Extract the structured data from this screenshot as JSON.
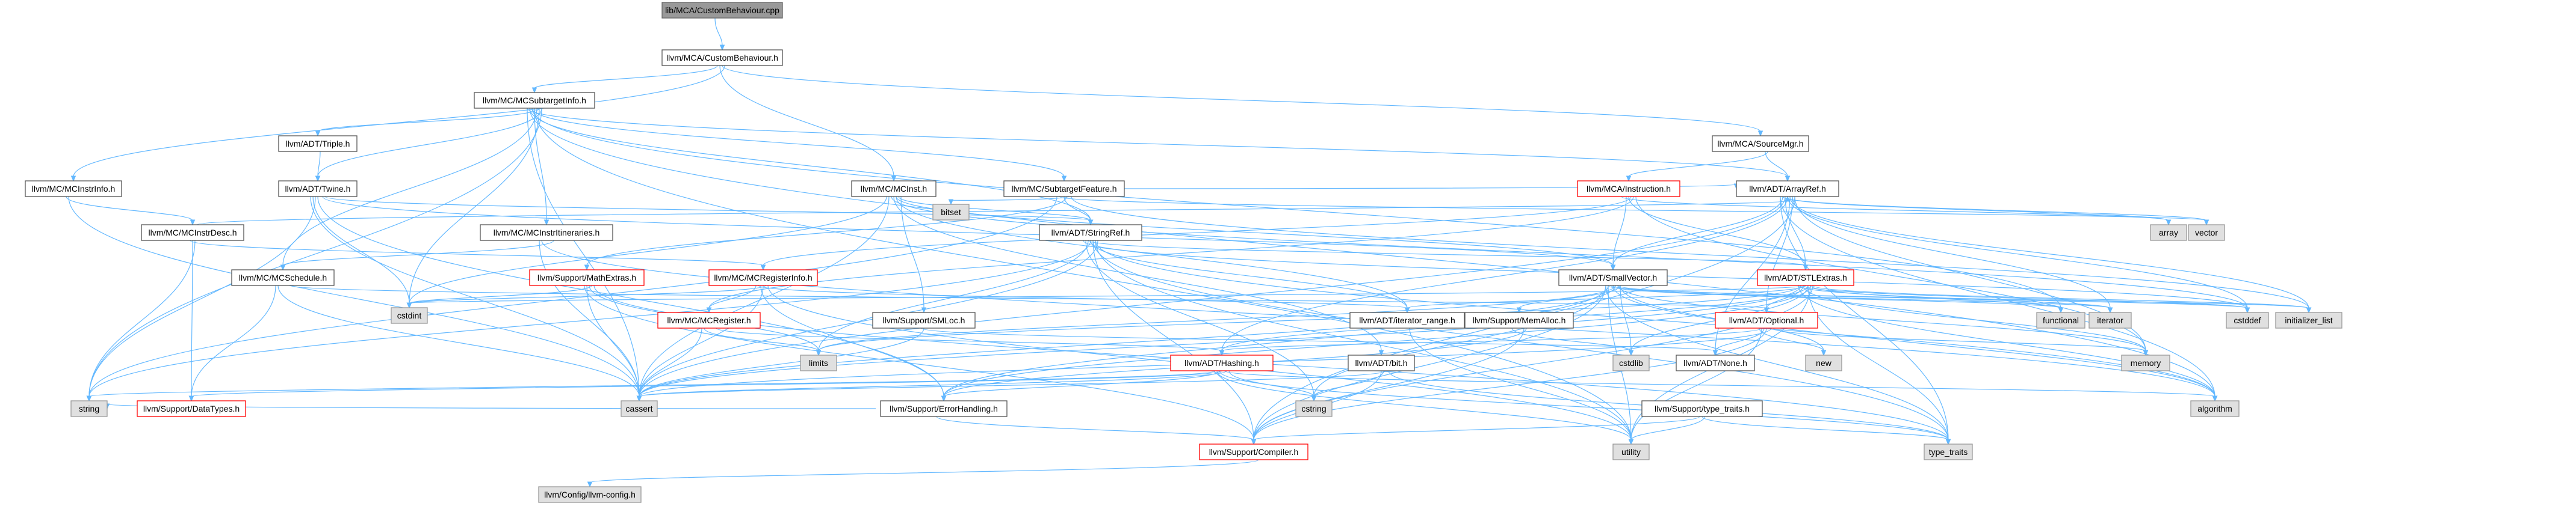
{
  "nodes": [
    {
      "id": "root",
      "label": "lib/MCA/CustomBehaviour.cpp",
      "kind": "root"
    },
    {
      "id": "cb_h",
      "label": "llvm/MCA/CustomBehaviour.h",
      "kind": "normal"
    },
    {
      "id": "subtarget",
      "label": "llvm/MC/MCSubtargetInfo.h",
      "kind": "normal"
    },
    {
      "id": "mcinst",
      "label": "llvm/MC/MCInst.h",
      "kind": "normal"
    },
    {
      "id": "sourcemgr",
      "label": "llvm/MCA/SourceMgr.h",
      "kind": "normal"
    },
    {
      "id": "instrinfo",
      "label": "llvm/MC/MCInstrInfo.h",
      "kind": "normal"
    },
    {
      "id": "triple",
      "label": "llvm/ADT/Triple.h",
      "kind": "normal"
    },
    {
      "id": "twine",
      "label": "llvm/ADT/Twine.h",
      "kind": "normal"
    },
    {
      "id": "instrdesc",
      "label": "llvm/MC/MCInstrDesc.h",
      "kind": "normal"
    },
    {
      "id": "instritin",
      "label": "llvm/MC/MCInstrItineraries.h",
      "kind": "normal"
    },
    {
      "id": "subfeature",
      "label": "llvm/MC/SubtargetFeature.h",
      "kind": "normal"
    },
    {
      "id": "instruction",
      "label": "llvm/MCA/Instruction.h",
      "kind": "red"
    },
    {
      "id": "arrayref",
      "label": "llvm/ADT/ArrayRef.h",
      "kind": "normal"
    },
    {
      "id": "bitset",
      "label": "bitset",
      "kind": "gray"
    },
    {
      "id": "stringref",
      "label": "llvm/ADT/StringRef.h",
      "kind": "normal"
    },
    {
      "id": "schedule",
      "label": "llvm/MC/MCSchedule.h",
      "kind": "normal"
    },
    {
      "id": "mathextras",
      "label": "llvm/Support/MathExtras.h",
      "kind": "red"
    },
    {
      "id": "reginfo",
      "label": "llvm/MC/MCRegisterInfo.h",
      "kind": "red"
    },
    {
      "id": "smallvector",
      "label": "llvm/ADT/SmallVector.h",
      "kind": "normal"
    },
    {
      "id": "stlextras",
      "label": "llvm/ADT/STLExtras.h",
      "kind": "red"
    },
    {
      "id": "array",
      "label": "array",
      "kind": "gray"
    },
    {
      "id": "vector",
      "label": "vector",
      "kind": "gray"
    },
    {
      "id": "cstdint",
      "label": "cstdint",
      "kind": "gray"
    },
    {
      "id": "mcregister",
      "label": "llvm/MC/MCRegister.h",
      "kind": "red"
    },
    {
      "id": "smloc",
      "label": "llvm/Support/SMLoc.h",
      "kind": "normal"
    },
    {
      "id": "iterrange",
      "label": "llvm/ADT/iterator_range.h",
      "kind": "normal"
    },
    {
      "id": "memalloc",
      "label": "llvm/Support/MemAlloc.h",
      "kind": "normal"
    },
    {
      "id": "optional",
      "label": "llvm/ADT/Optional.h",
      "kind": "red"
    },
    {
      "id": "functional",
      "label": "functional",
      "kind": "gray"
    },
    {
      "id": "iterator",
      "label": "iterator",
      "kind": "gray"
    },
    {
      "id": "cstddef",
      "label": "cstddef",
      "kind": "gray"
    },
    {
      "id": "initlist",
      "label": "initializer_list",
      "kind": "gray"
    },
    {
      "id": "limits",
      "label": "limits",
      "kind": "gray"
    },
    {
      "id": "hashing",
      "label": "llvm/ADT/Hashing.h",
      "kind": "red"
    },
    {
      "id": "bit",
      "label": "llvm/ADT/bit.h",
      "kind": "normal"
    },
    {
      "id": "none",
      "label": "llvm/ADT/None.h",
      "kind": "normal"
    },
    {
      "id": "cstdlib",
      "label": "cstdlib",
      "kind": "gray"
    },
    {
      "id": "new",
      "label": "new",
      "kind": "gray"
    },
    {
      "id": "memory",
      "label": "memory",
      "kind": "gray"
    },
    {
      "id": "datatypes",
      "label": "llvm/Support/DataTypes.h",
      "kind": "red"
    },
    {
      "id": "cassert",
      "label": "cassert",
      "kind": "gray"
    },
    {
      "id": "errhandling",
      "label": "llvm/Support/ErrorHandling.h",
      "kind": "normal"
    },
    {
      "id": "cstring",
      "label": "cstring",
      "kind": "gray"
    },
    {
      "id": "typetraits_h",
      "label": "llvm/Support/type_traits.h",
      "kind": "normal"
    },
    {
      "id": "algorithm",
      "label": "algorithm",
      "kind": "gray"
    },
    {
      "id": "string",
      "label": "string",
      "kind": "gray"
    },
    {
      "id": "utility",
      "label": "utility",
      "kind": "gray"
    },
    {
      "id": "type_traits",
      "label": "type_traits",
      "kind": "gray"
    },
    {
      "id": "compiler",
      "label": "llvm/Support/Compiler.h",
      "kind": "red"
    },
    {
      "id": "llvmconfig",
      "label": "llvm/Config/llvm-config.h",
      "kind": "gray"
    }
  ],
  "edges": [
    [
      "root",
      "cb_h"
    ],
    [
      "cb_h",
      "subtarget"
    ],
    [
      "cb_h",
      "mcinst"
    ],
    [
      "cb_h",
      "sourcemgr"
    ],
    [
      "cb_h",
      "instrinfo"
    ],
    [
      "subtarget",
      "triple"
    ],
    [
      "subtarget",
      "twine"
    ],
    [
      "subtarget",
      "arrayref"
    ],
    [
      "subtarget",
      "stringref"
    ],
    [
      "subtarget",
      "subfeature"
    ],
    [
      "subtarget",
      "instritin"
    ],
    [
      "subtarget",
      "schedule"
    ],
    [
      "subtarget",
      "cstdint"
    ],
    [
      "subtarget",
      "string"
    ],
    [
      "subtarget",
      "cassert"
    ],
    [
      "subtarget",
      "algorithm"
    ],
    [
      "subtarget",
      "functional"
    ],
    [
      "subtarget",
      "utility"
    ],
    [
      "triple",
      "twine"
    ],
    [
      "twine",
      "smallvector"
    ],
    [
      "twine",
      "stringref"
    ],
    [
      "twine",
      "cassert"
    ],
    [
      "twine",
      "cstdint"
    ],
    [
      "twine",
      "string"
    ],
    [
      "twine",
      "errhandling"
    ],
    [
      "mcinst",
      "smallvector"
    ],
    [
      "mcinst",
      "stringref"
    ],
    [
      "mcinst",
      "smloc"
    ],
    [
      "mcinst",
      "cstdint"
    ],
    [
      "mcinst",
      "cassert"
    ],
    [
      "mcinst",
      "cstddef"
    ],
    [
      "mcinst",
      "bit"
    ],
    [
      "mcinst",
      "iterrange"
    ],
    [
      "sourcemgr",
      "arrayref"
    ],
    [
      "sourcemgr",
      "instruction"
    ],
    [
      "instrinfo",
      "instrdesc"
    ],
    [
      "instrinfo",
      "cassert"
    ],
    [
      "instrdesc",
      "reginfo"
    ],
    [
      "instrdesc",
      "datatypes"
    ],
    [
      "instrdesc",
      "string"
    ],
    [
      "instrdesc",
      "arrayref"
    ],
    [
      "instritin",
      "schedule"
    ],
    [
      "instritin",
      "cassert"
    ],
    [
      "instritin",
      "algorithm"
    ],
    [
      "subfeature",
      "arrayref"
    ],
    [
      "subfeature",
      "stringref"
    ],
    [
      "subfeature",
      "mathextras"
    ],
    [
      "subfeature",
      "bitset"
    ],
    [
      "subfeature",
      "initlist"
    ],
    [
      "subfeature",
      "string"
    ],
    [
      "subfeature",
      "vector"
    ],
    [
      "instruction",
      "smallvector"
    ],
    [
      "instruction",
      "stlextras"
    ],
    [
      "instruction",
      "reginfo"
    ],
    [
      "instruction",
      "mcregister"
    ],
    [
      "instruction",
      "memory"
    ],
    [
      "instruction",
      "array"
    ],
    [
      "arrayref",
      "smallvector"
    ],
    [
      "arrayref",
      "stlextras"
    ],
    [
      "arrayref",
      "hashing"
    ],
    [
      "arrayref",
      "none"
    ],
    [
      "arrayref",
      "optional"
    ],
    [
      "arrayref",
      "compiler"
    ],
    [
      "arrayref",
      "algorithm"
    ],
    [
      "arrayref",
      "array"
    ],
    [
      "arrayref",
      "cassert"
    ],
    [
      "arrayref",
      "cstddef"
    ],
    [
      "arrayref",
      "initlist"
    ],
    [
      "arrayref",
      "iterator"
    ],
    [
      "arrayref",
      "memory"
    ],
    [
      "arrayref",
      "type_traits"
    ],
    [
      "arrayref",
      "vector"
    ],
    [
      "stringref",
      "stlextras"
    ],
    [
      "stringref",
      "iterrange"
    ],
    [
      "stringref",
      "compiler"
    ],
    [
      "stringref",
      "algorithm"
    ],
    [
      "stringref",
      "cassert"
    ],
    [
      "stringref",
      "cstddef"
    ],
    [
      "stringref",
      "cstring"
    ],
    [
      "stringref",
      "limits"
    ],
    [
      "stringref",
      "string"
    ],
    [
      "stringref",
      "type_traits"
    ],
    [
      "stringref",
      "utility"
    ],
    [
      "schedule",
      "optional"
    ],
    [
      "schedule",
      "datatypes"
    ],
    [
      "schedule",
      "cassert"
    ],
    [
      "mathextras",
      "compiler"
    ],
    [
      "mathextras",
      "cassert"
    ],
    [
      "mathextras",
      "limits"
    ],
    [
      "mathextras",
      "cstdint"
    ],
    [
      "mathextras",
      "type_traits"
    ],
    [
      "reginfo",
      "mcregister"
    ],
    [
      "reginfo",
      "iterrange"
    ],
    [
      "reginfo",
      "errhandling"
    ],
    [
      "reginfo",
      "cassert"
    ],
    [
      "reginfo",
      "cstdint"
    ],
    [
      "reginfo",
      "utility"
    ],
    [
      "smallvector",
      "memalloc"
    ],
    [
      "smallvector",
      "compiler"
    ],
    [
      "smallvector",
      "errhandling"
    ],
    [
      "smallvector",
      "type_traits_h"
    ],
    [
      "smallvector",
      "algorithm"
    ],
    [
      "smallvector",
      "cassert"
    ],
    [
      "smallvector",
      "cstddef"
    ],
    [
      "smallvector",
      "cstdlib"
    ],
    [
      "smallvector",
      "cstring"
    ],
    [
      "smallvector",
      "functional"
    ],
    [
      "smallvector",
      "initlist"
    ],
    [
      "smallvector",
      "iterator"
    ],
    [
      "smallvector",
      "limits"
    ],
    [
      "smallvector",
      "memory"
    ],
    [
      "smallvector",
      "new"
    ],
    [
      "smallvector",
      "type_traits"
    ],
    [
      "smallvector",
      "utility"
    ],
    [
      "stlextras",
      "optional"
    ],
    [
      "stlextras",
      "iterrange"
    ],
    [
      "stlextras",
      "hashing"
    ],
    [
      "stlextras",
      "errhandling"
    ],
    [
      "stlextras",
      "compiler"
    ],
    [
      "stlextras",
      "algorithm"
    ],
    [
      "stlextras",
      "cassert"
    ],
    [
      "stlextras",
      "cstddef"
    ],
    [
      "stlextras",
      "cstdint"
    ],
    [
      "stlextras",
      "cstdlib"
    ],
    [
      "stlextras",
      "functional"
    ],
    [
      "stlextras",
      "initlist"
    ],
    [
      "stlextras",
      "iterator"
    ],
    [
      "stlextras",
      "limits"
    ],
    [
      "stlextras",
      "memory"
    ],
    [
      "stlextras",
      "tuple"
    ],
    [
      "stlextras",
      "type_traits"
    ],
    [
      "stlextras",
      "utility"
    ],
    [
      "mcregister",
      "hashing"
    ],
    [
      "mcregister",
      "cassert"
    ],
    [
      "mcregister",
      "limits"
    ],
    [
      "smloc",
      "none"
    ],
    [
      "smloc",
      "cassert"
    ],
    [
      "iterrange",
      "utility"
    ],
    [
      "memalloc",
      "compiler"
    ],
    [
      "memalloc",
      "errhandling"
    ],
    [
      "memalloc",
      "cstdlib"
    ],
    [
      "optional",
      "hashing"
    ],
    [
      "optional",
      "none"
    ],
    [
      "optional",
      "compiler"
    ],
    [
      "optional",
      "type_traits_h"
    ],
    [
      "optional",
      "cassert"
    ],
    [
      "optional",
      "memory"
    ],
    [
      "optional",
      "new"
    ],
    [
      "optional",
      "utility"
    ],
    [
      "hashing",
      "errhandling"
    ],
    [
      "hashing",
      "datatypes"
    ],
    [
      "hashing",
      "algorithm"
    ],
    [
      "hashing",
      "cassert"
    ],
    [
      "hashing",
      "cstring"
    ],
    [
      "hashing",
      "string"
    ],
    [
      "hashing",
      "utility"
    ],
    [
      "hashing",
      "type_traits"
    ],
    [
      "bit",
      "compiler"
    ],
    [
      "bit",
      "cstring"
    ],
    [
      "bit",
      "cassert"
    ],
    [
      "bit",
      "type_traits"
    ],
    [
      "errhandling",
      "compiler"
    ],
    [
      "errhandling",
      "string"
    ],
    [
      "typetraits_h",
      "compiler"
    ],
    [
      "typetraits_h",
      "type_traits"
    ],
    [
      "typetraits_h",
      "utility"
    ],
    [
      "compiler",
      "llvmconfig"
    ]
  ]
}
